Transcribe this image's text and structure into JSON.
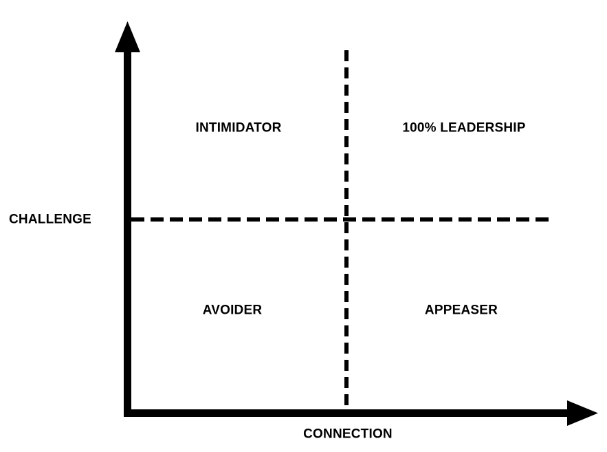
{
  "diagram": {
    "type": "2x2-quadrant-matrix",
    "background_color": "#ffffff",
    "line_color": "#000000"
  },
  "axes": {
    "vertical": {
      "label": "CHALLENGE",
      "icon": "up-arrow-icon",
      "stroke_width": 11,
      "arrow": "up"
    },
    "horizontal": {
      "label": "CONNECTION",
      "icon": "right-arrow-icon",
      "stroke_width": 11,
      "arrow": "right"
    }
  },
  "dividers": {
    "horizontal": {
      "name": "horizontal-dashed-divider",
      "style": "dashed",
      "stroke_width": 6
    },
    "vertical": {
      "name": "vertical-dashed-divider",
      "style": "dashed",
      "stroke_width": 6
    }
  },
  "quadrants": [
    {
      "id": "top-left",
      "label": "INTIMIDATOR",
      "challenge": "high",
      "connection": "low"
    },
    {
      "id": "top-right",
      "label": "100% LEADERSHIP",
      "challenge": "high",
      "connection": "high"
    },
    {
      "id": "bottom-left",
      "label": "AVOIDER",
      "challenge": "low",
      "connection": "low"
    },
    {
      "id": "bottom-right",
      "label": "APPEASER",
      "challenge": "low",
      "connection": "high"
    }
  ]
}
